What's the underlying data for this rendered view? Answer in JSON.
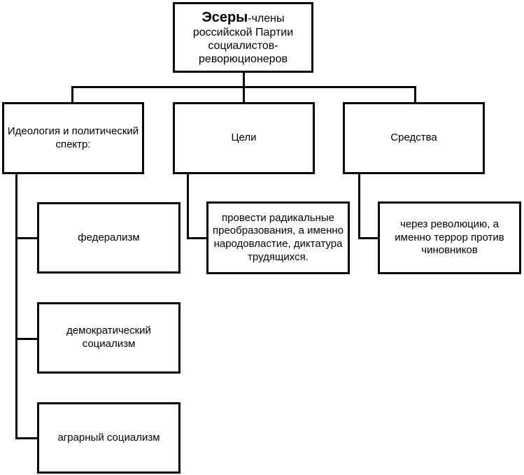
{
  "diagram": {
    "root": {
      "title_bold": "Эсеры",
      "title_rest": "-члены российской Партии социалистов-реворюционеров"
    },
    "categories": [
      {
        "label": "Идеология и политический спектр:"
      },
      {
        "label": "Цели"
      },
      {
        "label": "Средства"
      }
    ],
    "ideology_items": [
      {
        "label": "федерализм"
      },
      {
        "label": "демократический социализм"
      },
      {
        "label": "аграрный социализм"
      }
    ],
    "goals_detail": "провести радикальные преобразования, а именно народовластие, диктатура трудящихся.",
    "means_detail": "через революцию, а именно террор против чиновников"
  }
}
